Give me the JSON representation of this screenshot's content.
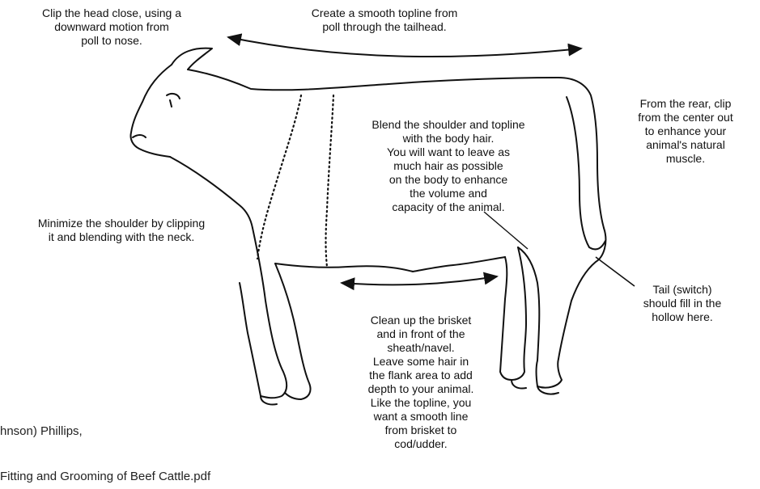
{
  "annotations": {
    "head": "Clip the head close, using a\ndownward motion from\npoll to nose.",
    "topline": "Create a smooth topline from\npoll through the tailhead.",
    "body": "Blend the shoulder and topline\nwith the body hair.\nYou will want to leave as\nmuch hair as possible\non the body to enhance\nthe volume and\ncapacity of the animal.",
    "rear": "From the rear, clip\nfrom the center out\nto enhance your\nanimal's natural\nmuscle.",
    "shoulder": "Minimize the shoulder by clipping\nit and blending with the neck.",
    "tail": "Tail (switch)\nshould fill in the\nhollow here.",
    "brisket": "Clean up the brisket\nand in front of the\nsheath/navel.\nLeave some hair in\nthe flank area to add\ndepth to your animal.\nLike the topline, you\nwant a smooth line\nfrom brisket to\ncod/udder."
  },
  "background_fragments": {
    "author": "hnson) Phillips,",
    "filename": "Fitting and Grooming of Beef Cattle.pdf"
  },
  "colors": {
    "ink": "#111111",
    "background": "#ffffff"
  },
  "icons": [
    "steer-outline-icon",
    "double-arrow-icon",
    "pointer-line-icon"
  ]
}
